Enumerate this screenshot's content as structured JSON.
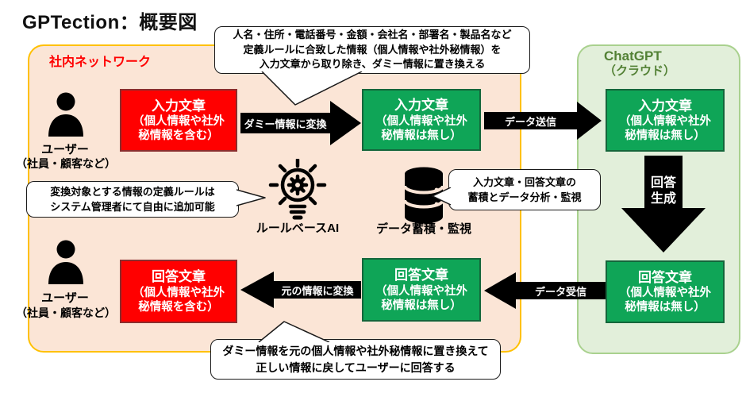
{
  "title": "GPTection：概要図",
  "zones": {
    "internal": {
      "label": "社内ネットワーク"
    },
    "cloud": {
      "name": "ChatGPT",
      "sub": "（クラウド）"
    }
  },
  "users": {
    "top": {
      "name": "ユーザー",
      "desc": "（社員・顧客など）"
    },
    "bottom": {
      "name": "ユーザー",
      "desc": "（社員・顧客など）"
    }
  },
  "boxes": {
    "input_internal_raw": {
      "line1": "入力文章",
      "line2": "（個人情報や社外",
      "line3": "秘情報を含む）"
    },
    "input_internal_clean": {
      "line1": "入力文章",
      "line2": "（個人情報や社外",
      "line3": "秘情報は無し）"
    },
    "input_cloud_clean": {
      "line1": "入力文章",
      "line2": "（個人情報や社外",
      "line3": "秘情報は無し）"
    },
    "answer_internal_raw": {
      "line1": "回答文章",
      "line2": "（個人情報や社外",
      "line3": "秘情報を含む）"
    },
    "answer_internal_clean": {
      "line1": "回答文章",
      "line2": "（個人情報や社外",
      "line3": "秘情報は無し）"
    },
    "answer_cloud_clean": {
      "line1": "回答文章",
      "line2": "（個人情報や社外",
      "line3": "秘情報は無し）"
    }
  },
  "arrows": {
    "to_dummy": "ダミー情報に変換",
    "send": "データ送信",
    "generate_line1": "回答",
    "generate_line2": "生成",
    "receive": "データ受信",
    "restore": "元の情報に変換"
  },
  "components": {
    "rule_ai": "ルールベースAI",
    "data_store": "データ蓄積・監視"
  },
  "callouts": {
    "top": {
      "line1": "人名・住所・電話番号・金額・会社名・部署名・製品名など",
      "line2": "定義ルールに合致した情報（個人情報や社外秘情報）を",
      "line3": "入力文章から取り除き、ダミー情報に置き換える"
    },
    "left": {
      "line1": "変換対象とする情報の定義ルールは",
      "line2": "システム管理者にて自由に追加可能"
    },
    "right": {
      "line1": "入力文章・回答文章の",
      "line2": "蓄積とデータ分析・監視"
    },
    "bottom": {
      "line1": "ダミー情報を元の個人情報や社外秘情報に置き換えて",
      "line2": "正しい情報に戻してユーザーに回答する"
    }
  },
  "colors": {
    "raw_box_fill": "#ff0000",
    "raw_box_border": "#8b2e2e",
    "clean_box_fill": "#0fa557",
    "clean_box_border": "#14663b",
    "internal_zone_fill": "#fbe5d6",
    "internal_zone_border": "#ffc000",
    "cloud_zone_fill": "#e2efda",
    "cloud_zone_border": "#a9d18e",
    "cloud_label_color": "#538135",
    "internal_label_color": "#ff0000",
    "arrow_fill": "#000000"
  }
}
